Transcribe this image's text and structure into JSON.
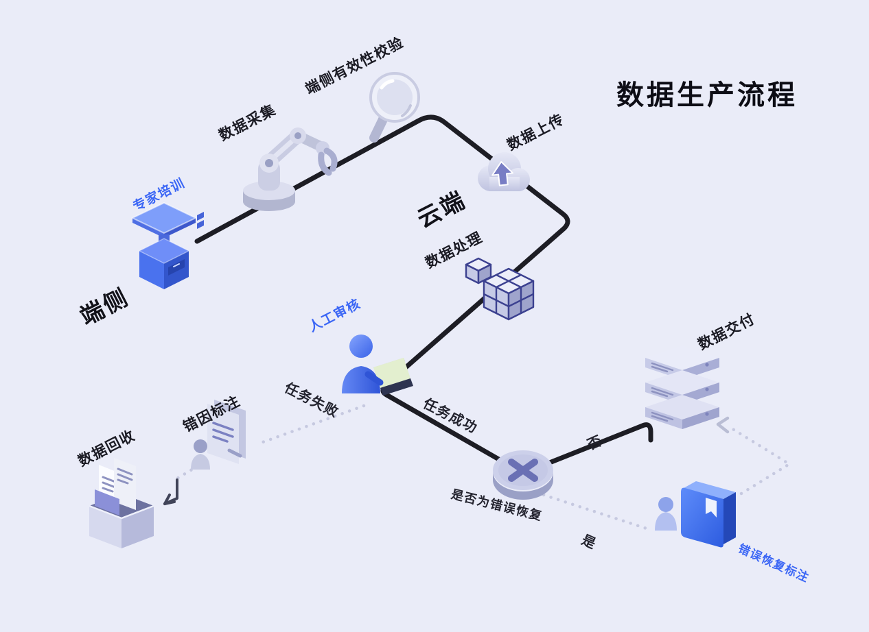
{
  "title": "数据生产流程",
  "zones": {
    "edge": "端侧",
    "cloud": "云端"
  },
  "nodes": {
    "expert_training": {
      "label": "专家培训"
    },
    "data_collection": {
      "label": "数据采集"
    },
    "edge_validation": {
      "label": "端侧有效性校验"
    },
    "data_upload": {
      "label": "数据上传"
    },
    "data_processing": {
      "label": "数据处理"
    },
    "manual_review": {
      "label": "人工审核"
    },
    "error_cause_annotation": {
      "label": "错因标注"
    },
    "data_recycle": {
      "label": "数据回收"
    },
    "recovery_decision": {
      "label": "是否为错误恢复"
    },
    "data_delivery": {
      "label": "数据交付"
    },
    "error_recovery_annotation": {
      "label": "错误恢复标注"
    }
  },
  "edges": {
    "task_failed": "任务失败",
    "task_success": "任务成功",
    "no": "否",
    "yes": "是"
  },
  "colors": {
    "background": "#eaecf8",
    "accent_blue": "#3b66f5",
    "line_dark": "#1d1d24",
    "dotted_line": "#c6c9e0"
  }
}
